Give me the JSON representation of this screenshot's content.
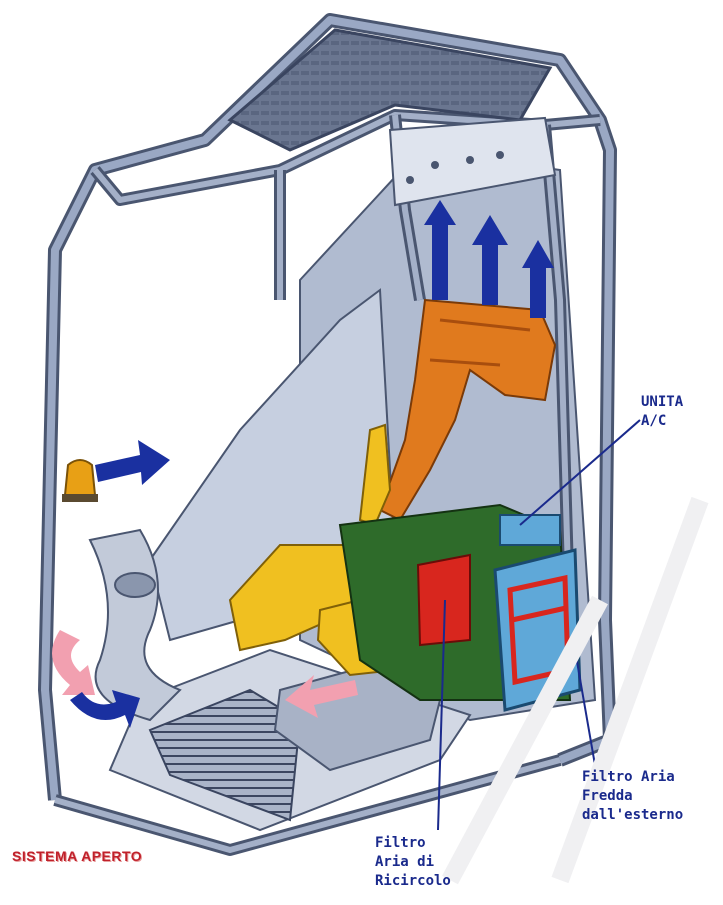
{
  "labels": {
    "unita_ac": "UNITA\nA/C",
    "filtro_aria_fredda": "Filtro Aria\nFredda\ndall'esterno",
    "filtro_aria_ricircolo": "Filtro\nAria di\nRicircolo",
    "sistema_aperto": "SISTEMA APERTO"
  },
  "colors": {
    "label_text": "#1a2a8c",
    "sistema_text": "#c0202a",
    "frame": "#8a9ab5",
    "frame_dark": "#4a5670",
    "glass": "#e6eaf2",
    "panel": "#b9c4d8",
    "duct_orange": "#e07a1e",
    "duct_yellow": "#f0c020",
    "unit_green": "#2e6b2a",
    "filter_red": "#d8261e",
    "filter_blue": "#5fa8d8",
    "arrow_blue": "#1a30a0",
    "arrow_pink": "#f2a0b0"
  }
}
